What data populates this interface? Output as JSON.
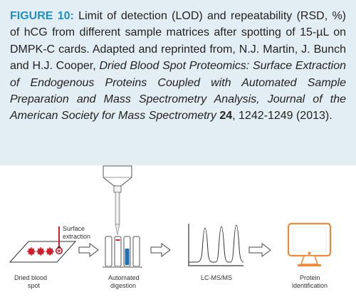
{
  "caption": {
    "label": "FIGURE 10:",
    "text1": " Limit of detection (LOD) and repeatability (RSD, %) of hCG from different sample matrices after spotting of 15-µL on DMPK-C cards. Adapted and reprinted from, N.J. Martin, J. Bunch  and H.J. Cooper, ",
    "italic_title": "Dried Blood Spot Proteomics: Surface Extraction of Endogenous Proteins Coupled with Automated Sample Preparation and Mass Spectrometry Analysis, Journal of the American Society for Mass Spectrometry",
    "volume": "24",
    "text2": ", 1242-1249 (2013)."
  },
  "diagram": {
    "surface_extraction_line1": "Surface",
    "surface_extraction_line2": "extraction",
    "dried_blood_spot_line1": "Dried blood",
    "dried_blood_spot_line2": "spot",
    "automated_digestion_line1": "Automated",
    "automated_digestion_line2": "digestion",
    "lcms": "LC-MS/MS",
    "protein_identification_line1": "Protein",
    "protein_identification_line2": "identification",
    "colors": {
      "accent_blue": "#1f8fc4",
      "blood_red": "#d01f2e",
      "monitor_orange": "#f0883a",
      "caption_bg": "#e3eef4"
    }
  }
}
